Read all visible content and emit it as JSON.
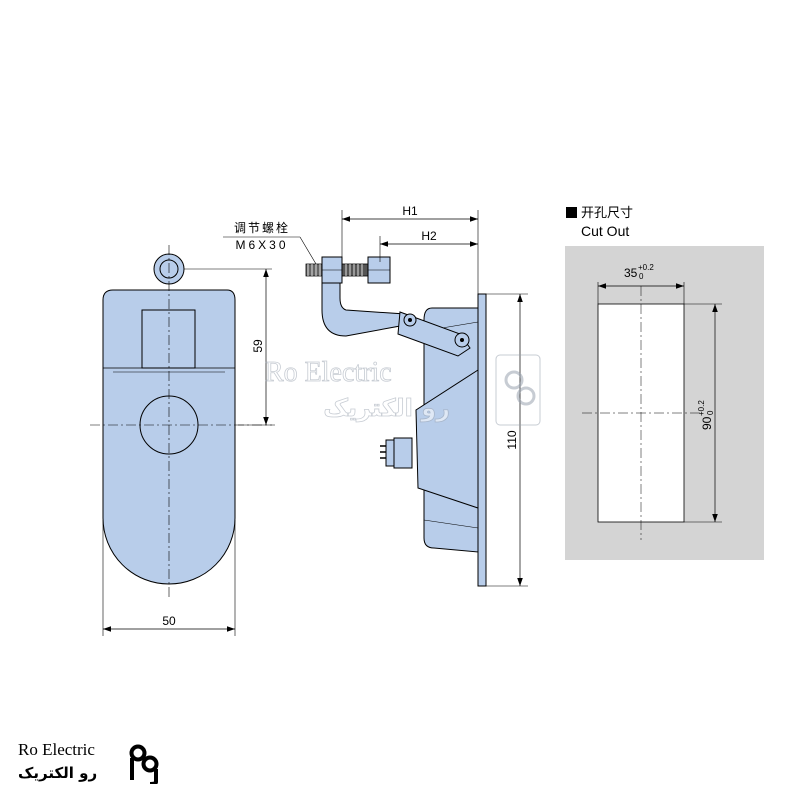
{
  "front_view": {
    "dim_width": "50",
    "dim_height": "59"
  },
  "side_view": {
    "bolt_label_cn": "调节螺栓",
    "bolt_label_spec": "M6X30",
    "dim_h1": "H1",
    "dim_h2": "H2",
    "dim_height": "110"
  },
  "cutout": {
    "title_cn": "开孔尺寸",
    "title_en": "Cut Out",
    "dim_width": "35",
    "dim_width_tol_upper": "+0.2",
    "dim_width_tol_lower": "0",
    "dim_height": "90",
    "dim_height_tol_upper": "+0.2",
    "dim_height_tol_lower": "0"
  },
  "watermark": {
    "text_en": "Ro Electric",
    "text_fa": "رو الکتریک"
  },
  "brand": {
    "text_en": "Ro Electric",
    "text_fa": "رو الکتریک"
  },
  "colors": {
    "part_fill": "#b8cdea",
    "cutout_bg": "#d4d4d4",
    "line": "#000000"
  }
}
